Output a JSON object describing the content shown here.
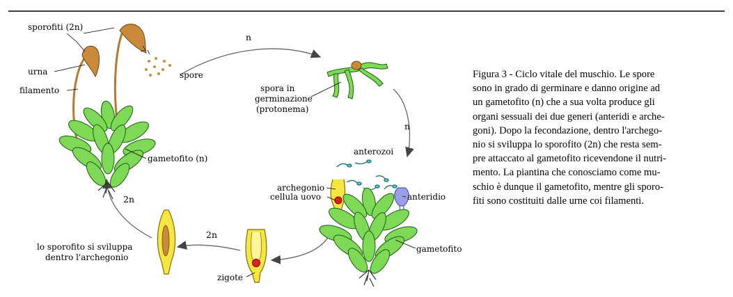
{
  "labels": {
    "sporofiti": "sporofiti (2n)",
    "urna": "urna",
    "filamento": "filamento",
    "spore": "spore",
    "n_top": "n",
    "spora_line1": "spora in",
    "spora_line2": "germinazione",
    "spora_line3": "(protonema)",
    "n_right": "n",
    "anterozoi": "anterozoi",
    "archegonio": "archegonio",
    "anteridio": "anteridio",
    "cellula_uovo": "cellula uovo",
    "gametofito_n": "gametofito (n)",
    "gametofito": "gametofito",
    "twon_left": "2n",
    "twon_bottom": "2n",
    "sviluppa_line1": "lo sporofito si sviluppa",
    "sviluppa_line2": "dentro l'archegonio",
    "zigote": "zigote"
  },
  "caption_lines": [
    "Figura  3 - Ciclo vitale del muschio. Le spore",
    "sono in grado di germinare e danno origine ad",
    "un gametofito (n) che a sua volta produce gli",
    "organi sessuali dei due generi (anteridi e arche-",
    "goni). Dopo la fecondazione, dentro l'archego-",
    "nio si sviluppa lo sporofito (2n) che resta sem-",
    "pre attaccato al gametofito ricevendone il nutri-",
    "mento. La piantina che conosciamo come mu-",
    "schio è dunque il gametofito, mentre gli sporo-",
    "fiti sono costituiti dalle urne coi filamenti."
  ],
  "colors": {
    "leaf": "#7ed957",
    "leaf_stroke": "#1e5a12",
    "stalk": "#c98a3a",
    "yellow": "#f5e642",
    "egg": "#e02020",
    "anteridium": "#9aa0e8",
    "arrow": "#555555"
  }
}
